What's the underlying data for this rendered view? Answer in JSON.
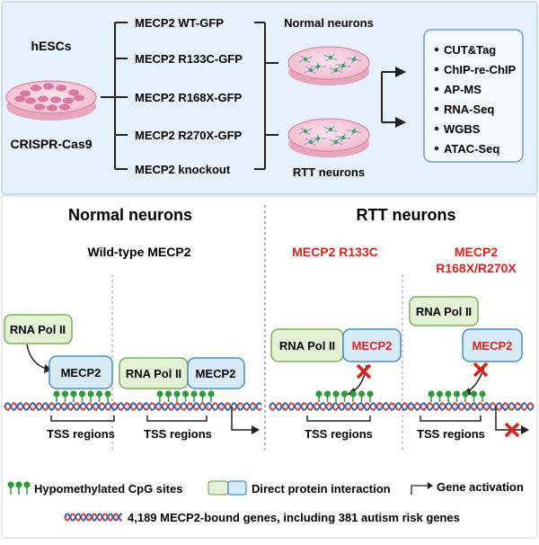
{
  "colors": {
    "top_panel_bg": "#e6f1fb",
    "red": "#d9231d",
    "green_box_fill": "#e3f2d4",
    "green_box_stroke": "#7fae5a",
    "blue_box_fill": "#d8ecf8",
    "blue_box_stroke": "#4a8dc3",
    "cpg_green": "#2f9a3a",
    "dna_red": "#d53a2f",
    "dna_blue": "#2f5fb0"
  },
  "top": {
    "cells_label": "hESCs",
    "method_label": "CRISPR-Cas9",
    "lines": [
      "MECP2 WT-GFP",
      "MECP2 R133C-GFP",
      "MECP2 R168X-GFP",
      "MECP2 R270X-GFP",
      "MECP2 knockout"
    ],
    "normal_neurons": "Normal neurons",
    "rtt_neurons": "RTT neurons",
    "assays": [
      "CUT&Tag",
      "ChIP-re-ChIP",
      "AP-MS",
      "RNA-Seq",
      "WGBS",
      "ATAC-Seq"
    ]
  },
  "bottom": {
    "normal_title": "Normal neurons",
    "rtt_title": "RTT neurons",
    "wt_subtitle": "Wild-type MECP2",
    "r133c_subtitle": "MECP2 R133C",
    "trunc_subtitle_1": "MECP2",
    "trunc_subtitle_2": "R168X/R270X",
    "rna_pol": "RNA Pol II",
    "mecp2": "MECP2",
    "tss": "TSS regions"
  },
  "legend": {
    "cpg": "Hypomethylated CpG sites",
    "interaction": "Direct protein interaction",
    "activation": "Gene activation",
    "genes": "4,189 MECP2-bound genes, including 381 autism risk genes"
  }
}
